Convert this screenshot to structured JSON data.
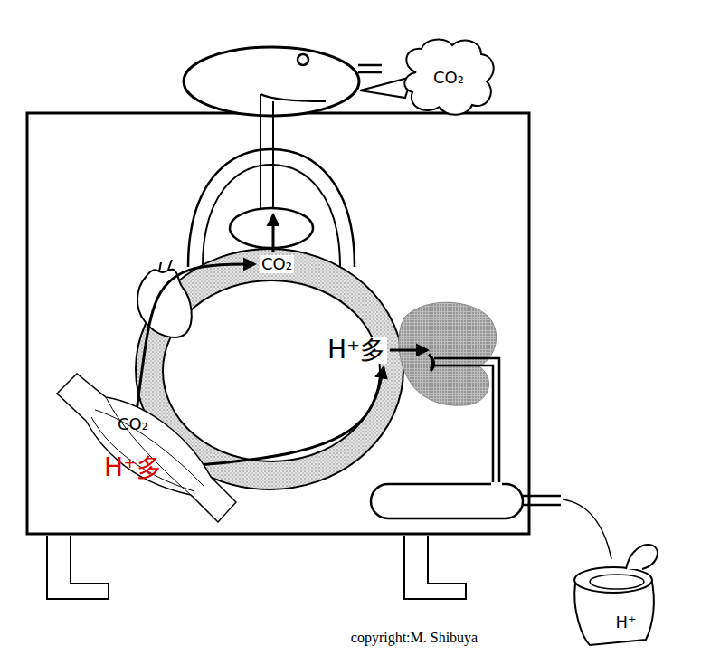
{
  "diagram": {
    "nodes": [
      {
        "text": [
          "CO₂"
        ]
      },
      {
        "text": [
          "CO₂",
          "H⁺多"
        ]
      },
      {
        "text": [
          "H⁺"
        ]
      }
    ],
    "labels": [
      "CO₂",
      "H⁺多",
      "copyright:M. Shibuya"
    ]
  }
}
